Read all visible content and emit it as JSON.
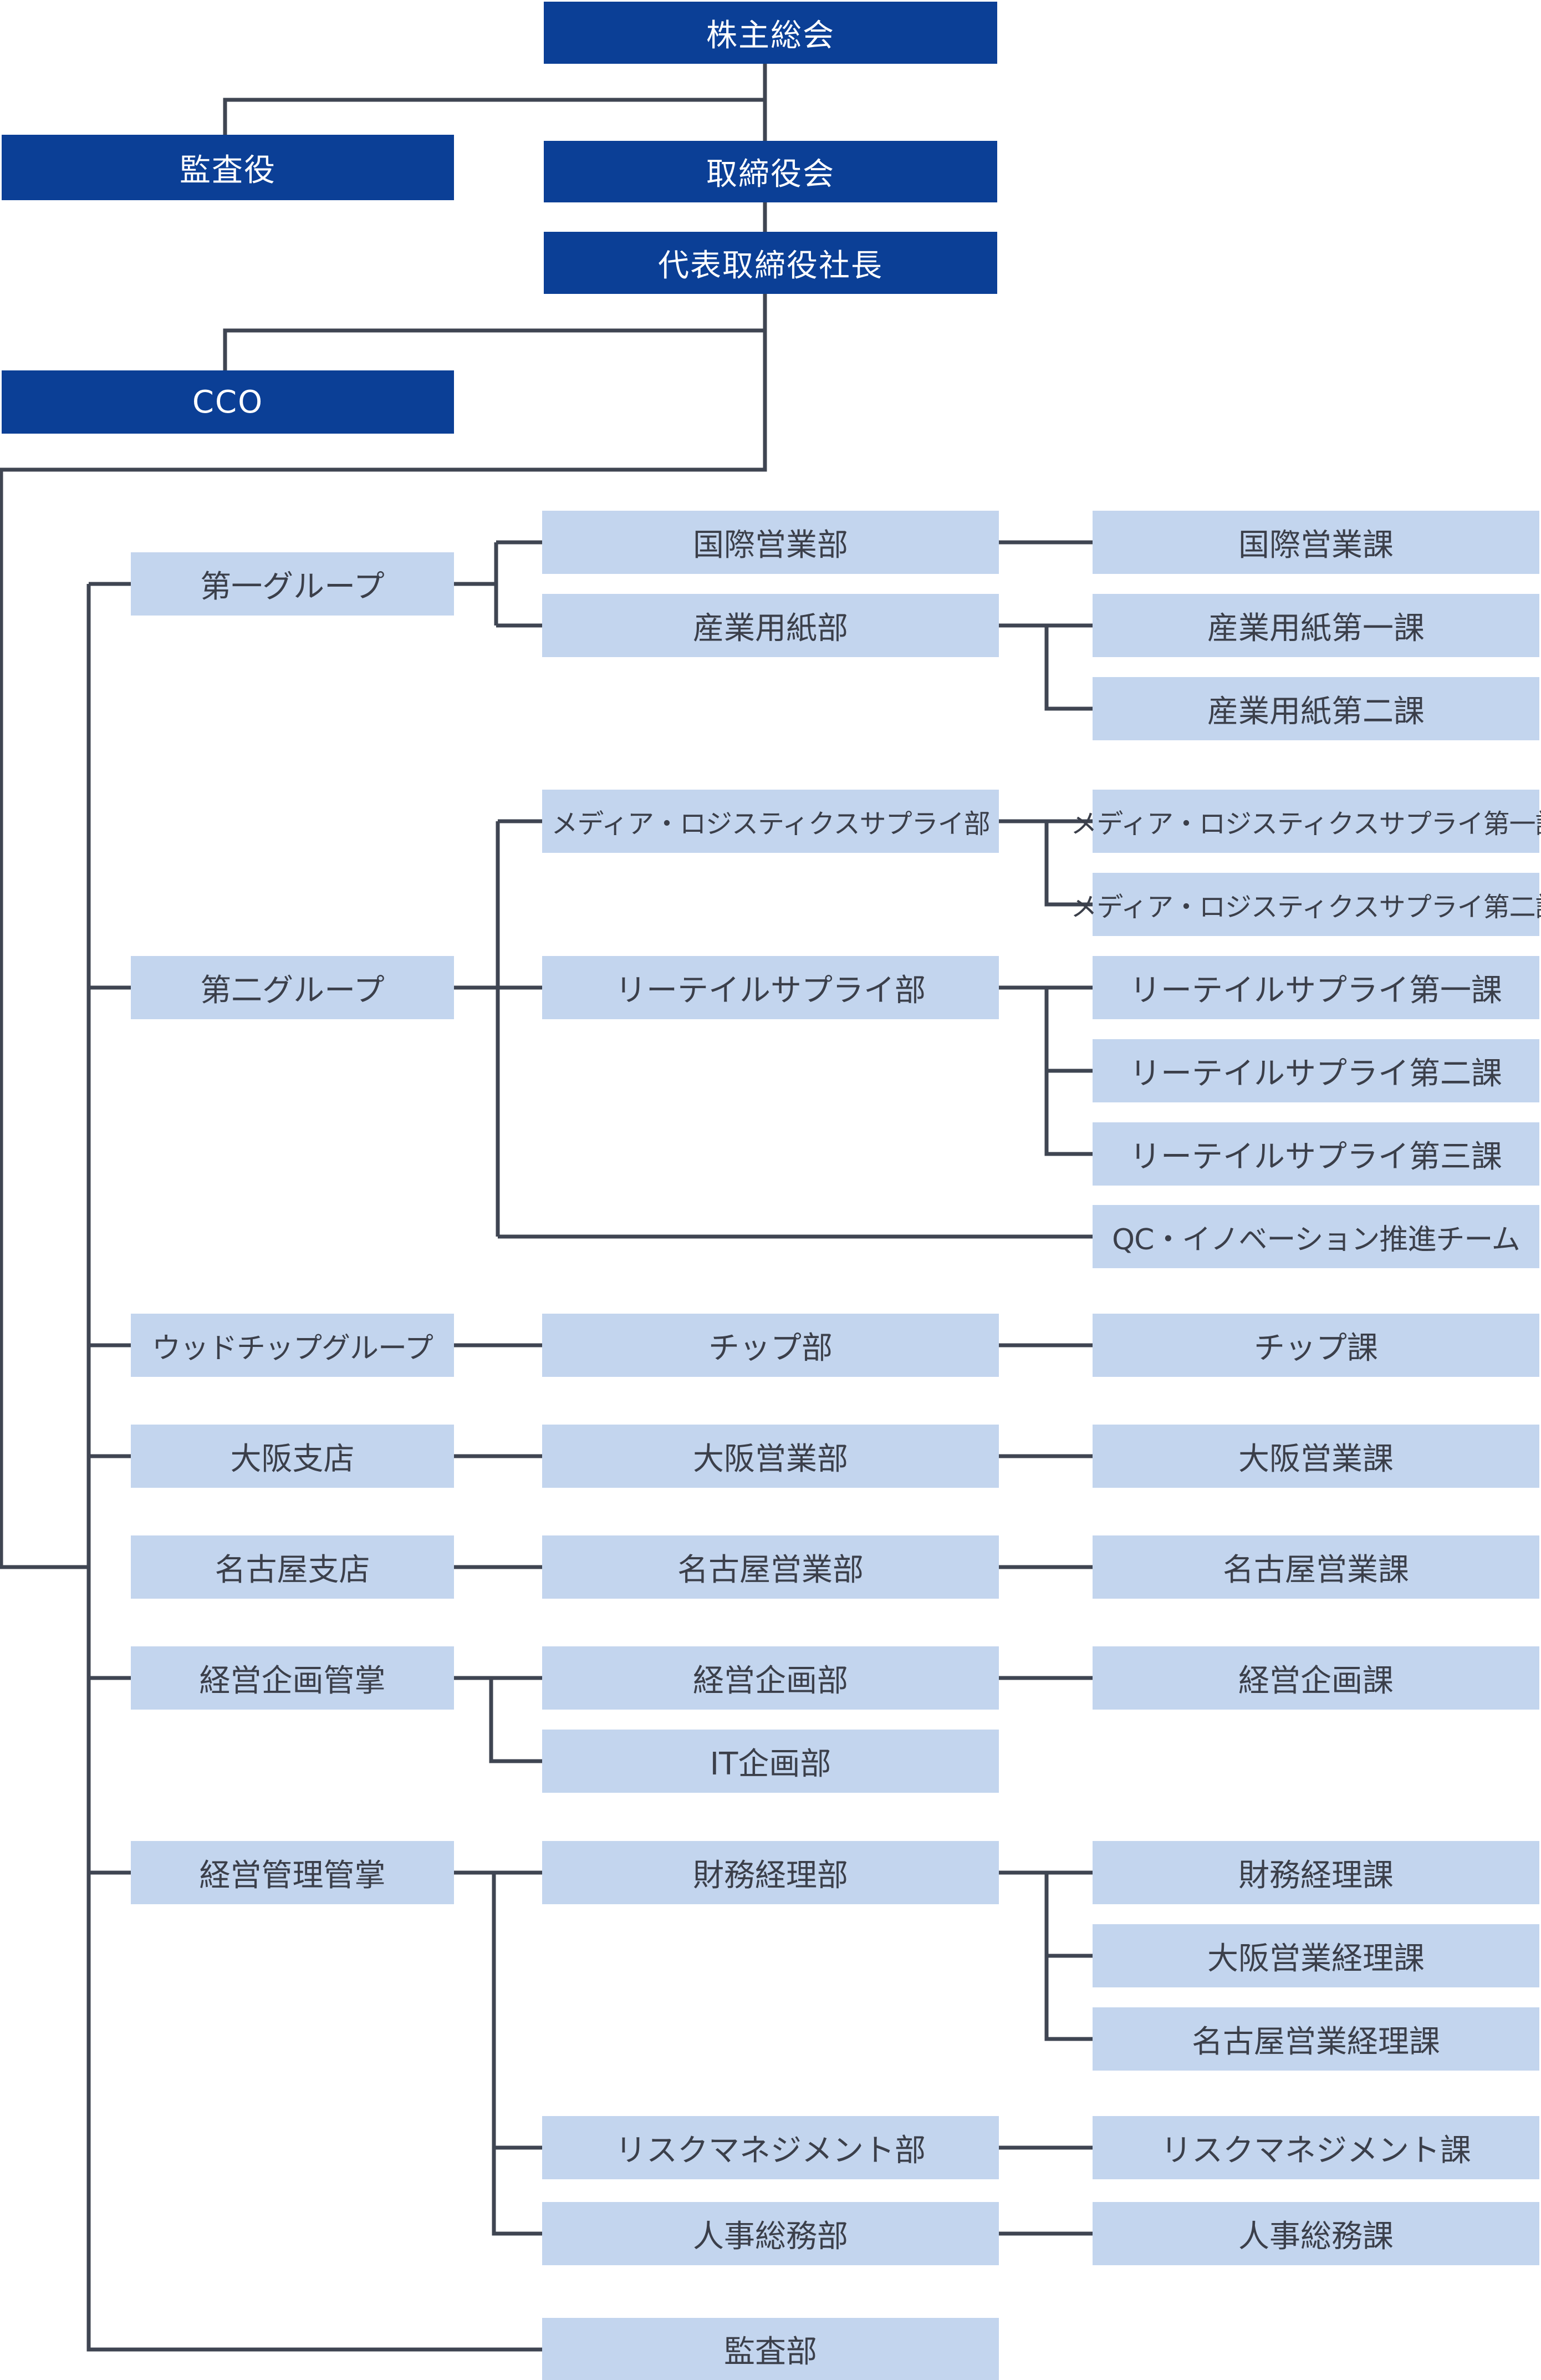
{
  "top": {
    "shareholders": "株主総会",
    "auditor": "監査役",
    "board": "取締役会",
    "president": "代表取締役社長",
    "cco": "CCO"
  },
  "groups": {
    "g1": "第一グループ",
    "g2": "第二グループ",
    "g3": "ウッドチップグループ",
    "g4": "大阪支店",
    "g5": "名古屋支店",
    "g6": "経営企画管掌",
    "g7": "経営管理管掌"
  },
  "depts": {
    "d1": "国際営業部",
    "d2": "産業用紙部",
    "d3": "メディア・ロジスティクスサプライ部",
    "d4": "リーテイルサプライ部",
    "d5": "チップ部",
    "d6": "大阪営業部",
    "d7": "名古屋営業部",
    "d8": "経営企画部",
    "d9": "IT企画部",
    "d10": "財務経理部",
    "d11": "リスクマネジメント部",
    "d12": "人事総務部",
    "d13": "監査部"
  },
  "sections": {
    "s1": "国際営業課",
    "s2": "産業用紙第一課",
    "s3": "産業用紙第二課",
    "s4": "メディア・ロジスティクスサプライ第一課",
    "s5": "メディア・ロジスティクスサプライ第二課",
    "s6": "リーテイルサプライ第一課",
    "s7": "リーテイルサプライ第二課",
    "s8": "リーテイルサプライ第三課",
    "s9": "QC・イノベーション推進チーム",
    "s10": "チップ課",
    "s11": "大阪営業課",
    "s12": "名古屋営業課",
    "s13": "経営企画課",
    "s14": "財務経理課",
    "s15": "大阪営業経理課",
    "s16": "名古屋営業経理課",
    "s17": "リスクマネジメント課",
    "s18": "人事総務課"
  },
  "colors": {
    "executive_box": "#0b3f96",
    "unit_box": "#c3d5ee",
    "connector": "#3f4552"
  }
}
